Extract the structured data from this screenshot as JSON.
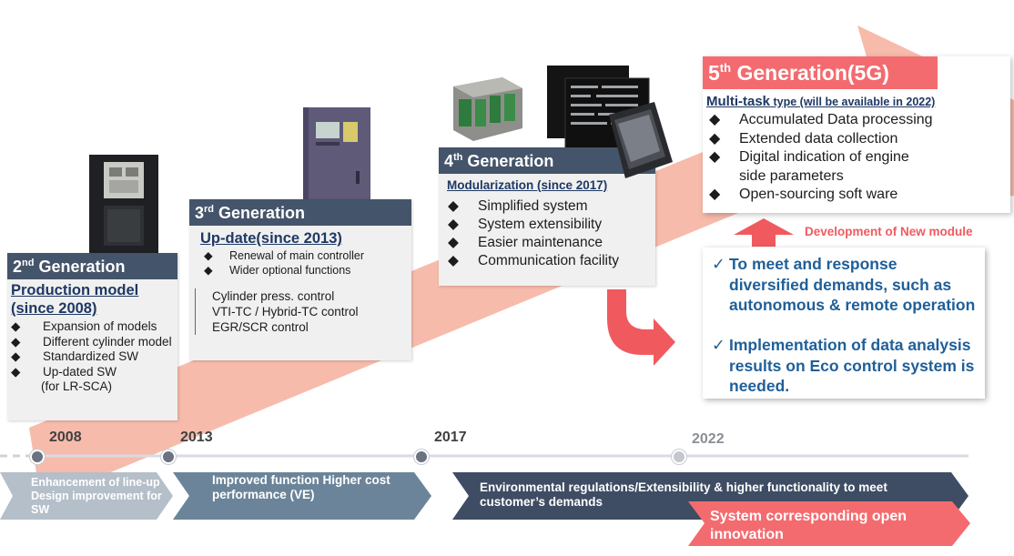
{
  "generations": {
    "gen2": {
      "title_main": "2",
      "title_sup": "nd",
      "title_rest": " Generation",
      "subtitle": "Production model (since 2008)",
      "items": [
        "Expansion of models",
        "Different cylinder model",
        "Standardized SW",
        "Up-dated SW",
        "(for LR-SCA)"
      ]
    },
    "gen3": {
      "title_main": "3",
      "title_sup": "rd",
      "title_rest": " Generation",
      "subtitle": "Up-date(since 2013)",
      "items": [
        "Renewal of main controller",
        "Wider optional functions"
      ],
      "controls": [
        "Cylinder press. control",
        "VTI-TC / Hybrid-TC control",
        "EGR/SCR control"
      ]
    },
    "gen4": {
      "title_main": "4",
      "title_sup": "th",
      "title_rest": " Generation",
      "subtitle": "Modularization (since 2017)",
      "items": [
        "Simplified system",
        "System extensibility",
        "Easier maintenance",
        "Communication facility"
      ]
    },
    "gen5": {
      "title_main": "5",
      "title_sup": "th",
      "title_rest": " Generation(5G)",
      "subtitle_main": "Multi-task",
      "subtitle_rest": " type (will be available in 2022)",
      "items": [
        "Accumulated Data processing",
        "Extended data collection",
        "Digital indication of engine",
        "side parameters",
        "Open-sourcing soft ware"
      ]
    }
  },
  "development_label": "Development of New module",
  "requirements": [
    {
      "mark": "✓",
      "text": "To meet and response diversified demands, such as autonomous & remote operation"
    },
    {
      "mark": "✓",
      "text": "Implementation of data analysis results on Eco control system is needed."
    }
  ],
  "timeline": {
    "years": [
      "2008",
      "2013",
      "2017",
      "2022"
    ]
  },
  "phases": [
    {
      "text": "Enhancement of line-up Design improvement for SW"
    },
    {
      "text": "Improved function Higher cost performance (VE)"
    },
    {
      "text": "Environmental regulations/Extensibility & higher functionality to meet customer’s demands"
    },
    {
      "text": "System corresponding open innovation"
    }
  ],
  "colors": {
    "header_bg": "#44546a",
    "gen5_header_bg": "#f36b6f",
    "accent_red": "#f05a5f",
    "arrow_salmon": "#f7b7a8",
    "chevron_gray": "#b4bfc9",
    "chevron_steel": "#6b8499",
    "chevron_navy": "#3e4d63",
    "note_text": "#1f5f99",
    "subtitle_text": "#1f3864"
  },
  "icons": [
    "check-icon",
    "diamond-bullet-icon",
    "up-arrow-icon",
    "curved-arrow-icon",
    "timeline-dot-icon"
  ]
}
